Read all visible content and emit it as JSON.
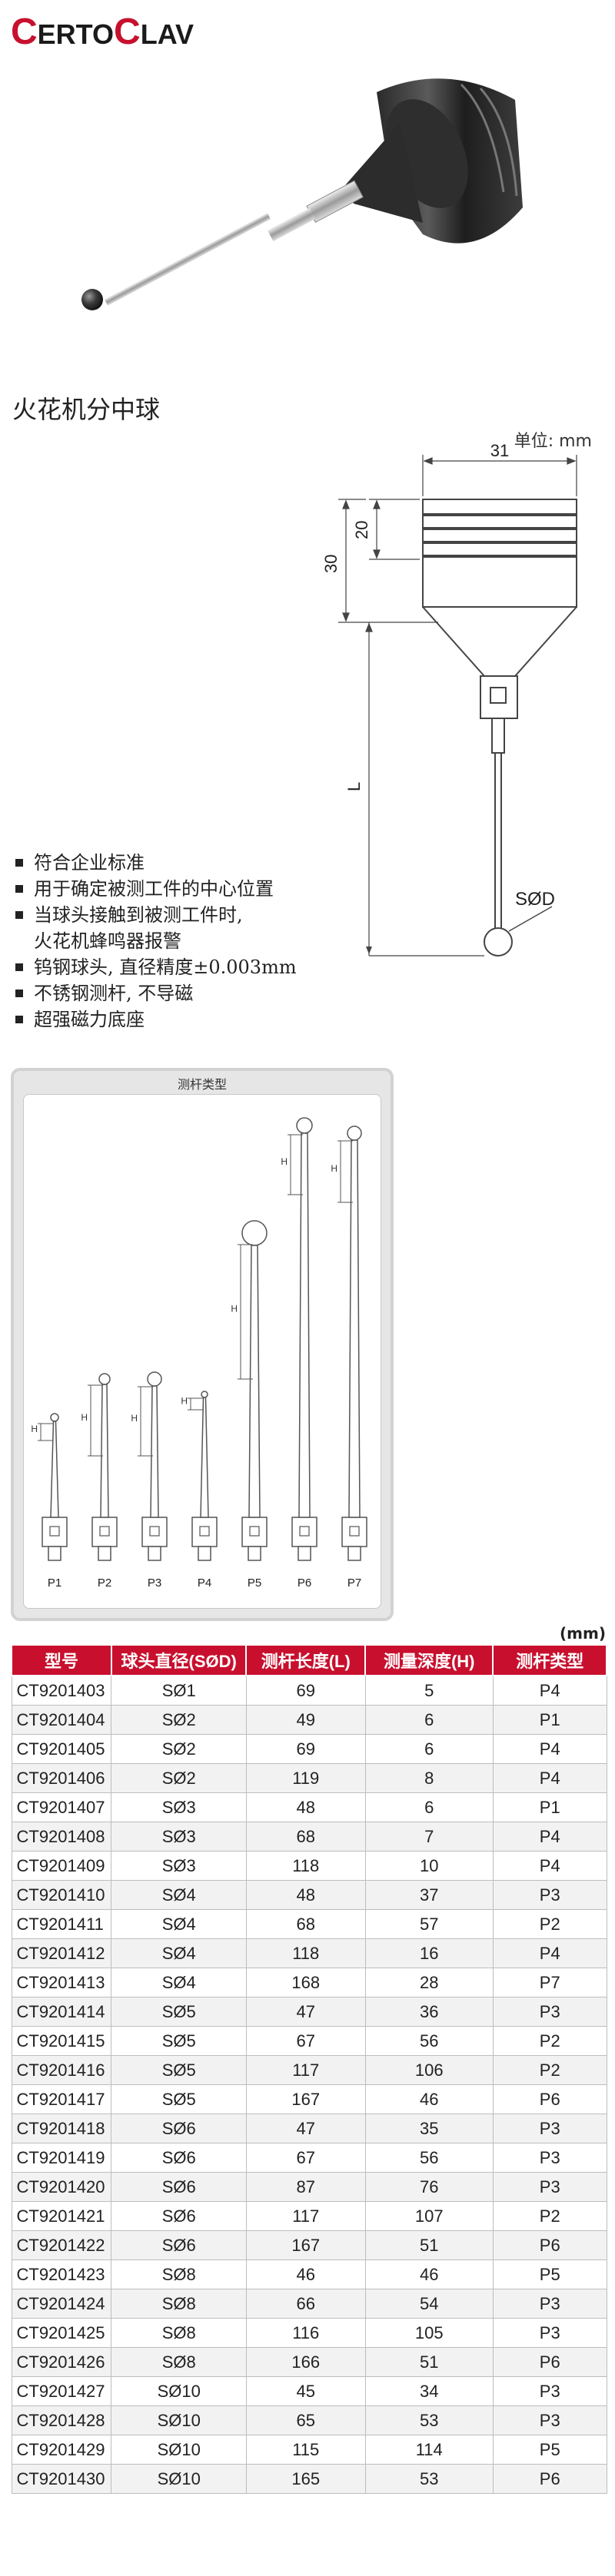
{
  "brand": {
    "logo": [
      {
        "t": "C",
        "big": true
      },
      {
        "t": "ERTO",
        "big": false
      },
      {
        "t": "C",
        "big": true
      },
      {
        "t": "LAV",
        "big": false
      }
    ]
  },
  "product": {
    "title": "火花机分中球",
    "unit": "单位: mm"
  },
  "drawing": {
    "dim_width": "31",
    "dim_upper": "20",
    "dim_total": "30",
    "dim_length": "L",
    "dim_ball": "SØD"
  },
  "features": [
    {
      "lines": [
        "符合企业标准"
      ]
    },
    {
      "lines": [
        "用于确定被测工件的中心位置"
      ]
    },
    {
      "lines": [
        "当球头接触到被测工件时,",
        "火花机蜂鸣器报警"
      ]
    },
    {
      "lines": [
        "钨钢球头, 直径精度±0.003mm"
      ]
    },
    {
      "lines": [
        "不锈钢测杆, 不导磁"
      ]
    },
    {
      "lines": [
        "超强磁力底座"
      ]
    }
  ],
  "stem_types": {
    "title": "测杆类型",
    "height_label": "H",
    "types": [
      "P1",
      "P2",
      "P3",
      "P4",
      "P5",
      "P6",
      "P7"
    ]
  },
  "table": {
    "unit": "(mm)",
    "headers": [
      "型号",
      "球头直径(SØD)",
      "测杆长度(L)",
      "测量深度(H)",
      "测杆类型"
    ],
    "rows": [
      [
        "CT9201403",
        "SØ1",
        "69",
        "5",
        "P4"
      ],
      [
        "CT9201404",
        "SØ2",
        "49",
        "6",
        "P1"
      ],
      [
        "CT9201405",
        "SØ2",
        "69",
        "6",
        "P4"
      ],
      [
        "CT9201406",
        "SØ2",
        "119",
        "8",
        "P4"
      ],
      [
        "CT9201407",
        "SØ3",
        "48",
        "6",
        "P1"
      ],
      [
        "CT9201408",
        "SØ3",
        "68",
        "7",
        "P4"
      ],
      [
        "CT9201409",
        "SØ3",
        "118",
        "10",
        "P4"
      ],
      [
        "CT9201410",
        "SØ4",
        "48",
        "37",
        "P3"
      ],
      [
        "CT9201411",
        "SØ4",
        "68",
        "57",
        "P2"
      ],
      [
        "CT9201412",
        "SØ4",
        "118",
        "16",
        "P4"
      ],
      [
        "CT9201413",
        "SØ4",
        "168",
        "28",
        "P7"
      ],
      [
        "CT9201414",
        "SØ5",
        "47",
        "36",
        "P3"
      ],
      [
        "CT9201415",
        "SØ5",
        "67",
        "56",
        "P2"
      ],
      [
        "CT9201416",
        "SØ5",
        "117",
        "106",
        "P2"
      ],
      [
        "CT9201417",
        "SØ5",
        "167",
        "46",
        "P6"
      ],
      [
        "CT9201418",
        "SØ6",
        "47",
        "35",
        "P3"
      ],
      [
        "CT9201419",
        "SØ6",
        "67",
        "56",
        "P3"
      ],
      [
        "CT9201420",
        "SØ6",
        "87",
        "76",
        "P3"
      ],
      [
        "CT9201421",
        "SØ6",
        "117",
        "107",
        "P2"
      ],
      [
        "CT9201422",
        "SØ6",
        "167",
        "51",
        "P6"
      ],
      [
        "CT9201423",
        "SØ8",
        "46",
        "46",
        "P5"
      ],
      [
        "CT9201424",
        "SØ8",
        "66",
        "54",
        "P3"
      ],
      [
        "CT9201425",
        "SØ8",
        "116",
        "105",
        "P3"
      ],
      [
        "CT9201426",
        "SØ8",
        "166",
        "51",
        "P6"
      ],
      [
        "CT9201427",
        "SØ10",
        "45",
        "34",
        "P3"
      ],
      [
        "CT9201428",
        "SØ10",
        "65",
        "53",
        "P3"
      ],
      [
        "CT9201429",
        "SØ10",
        "115",
        "114",
        "P5"
      ],
      [
        "CT9201430",
        "SØ10",
        "165",
        "53",
        "P6"
      ]
    ]
  }
}
